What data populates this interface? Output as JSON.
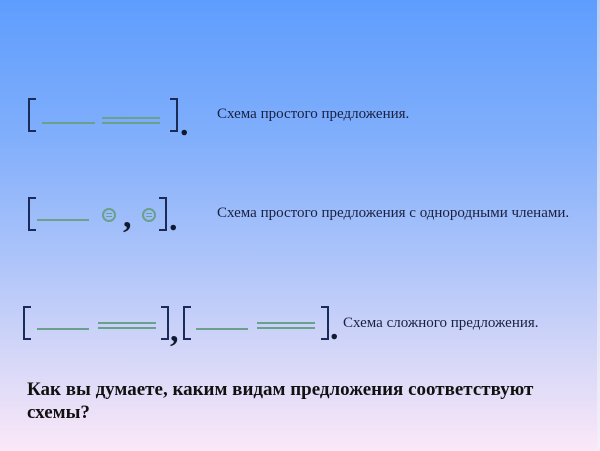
{
  "slide": {
    "schemes": [
      {
        "id": "simple",
        "elements": [
          "[",
          "subject-line",
          "predicate-double-line",
          "]",
          "."
        ],
        "label": "Схема простого предложения."
      },
      {
        "id": "simple-homogeneous",
        "elements": [
          "[",
          "subject-line",
          "homogeneous-predicate-circle",
          ",",
          "homogeneous-predicate-circle",
          "]",
          "."
        ],
        "label": "Схема простого предложения с однородными членами."
      },
      {
        "id": "complex",
        "elements": [
          "[",
          "subject-line",
          "predicate-double-line",
          "]",
          ",",
          "[",
          "subject-line",
          "predicate-double-line",
          "]",
          "."
        ],
        "label": "Схема сложного предложения."
      }
    ],
    "punctuation": {
      "period": ".",
      "comma": ","
    },
    "question": "Как вы думаете, каким видам предложения соответствуют схемы?"
  },
  "colors": {
    "background_top": "#5e9dfe",
    "background_bottom": "#fbe8f8",
    "bracket": "#1a2b5a",
    "underline": "#6aa08c",
    "text": "#1a2040"
  }
}
